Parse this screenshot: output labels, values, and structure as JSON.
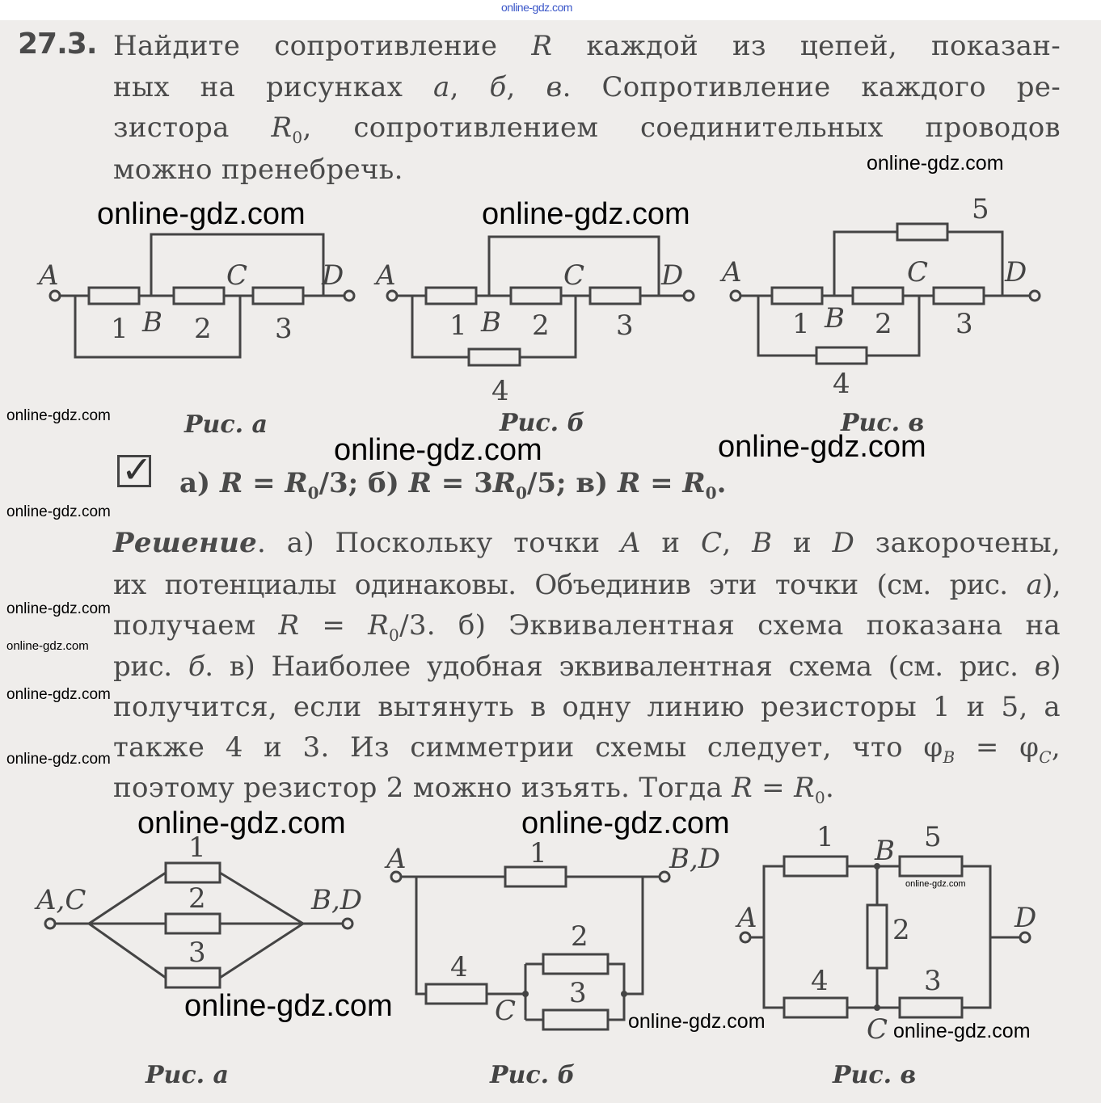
{
  "watermark_top": "online-gdz.com",
  "problem": {
    "number": "27.3.",
    "lines": [
      [
        "Найдите сопротивление ",
        "R",
        " каждой из цепей, показан-"
      ],
      [
        "ных на рисунках ",
        "а",
        ", ",
        "б",
        ", ",
        "в",
        ". Сопротивление каждого ре-"
      ],
      [
        "зистора ",
        "R",
        "0",
        ", сопротивлением соединительных проводов"
      ],
      [
        "можно пренебречь."
      ]
    ]
  },
  "figures_top": [
    {
      "caption": "Рис. а",
      "labels": {
        "A": "A",
        "B": "B",
        "C": "C",
        "D": "D"
      },
      "numbers": [
        "1",
        "2",
        "3"
      ]
    },
    {
      "caption": "Рис. б",
      "labels": {
        "A": "A",
        "B": "B",
        "C": "C",
        "D": "D"
      },
      "numbers": [
        "1",
        "2",
        "3",
        "4"
      ]
    },
    {
      "caption": "Рис. в",
      "labels": {
        "A": "A",
        "B": "B",
        "C": "C",
        "D": "D"
      },
      "numbers": [
        "1",
        "2",
        "3",
        "4",
        "5"
      ]
    }
  ],
  "answer": {
    "check_icon": "check-box",
    "parts": [
      "а) ",
      "R",
      " = ",
      "R",
      "0",
      "/3; б) ",
      "R",
      " = 3",
      "R",
      "0",
      "/5; в) ",
      "R",
      " = ",
      "R",
      "0",
      "."
    ]
  },
  "solution": {
    "lines": [
      [
        "Решение",
        ". а) Поскольку точки ",
        "A",
        " и ",
        "C",
        ", ",
        "B",
        " и ",
        "D",
        " закорочены,"
      ],
      [
        "их потенциалы одинаковы. Объединив эти точки (см. рис. ",
        "а",
        "),"
      ],
      [
        "получаем ",
        "R",
        " = ",
        "R",
        "0",
        "/3. б) Эквивалентная схема показана на"
      ],
      [
        "рис. ",
        "б",
        ". в) Наиболее удобная эквивалентная схема (см. рис. ",
        "в",
        ")"
      ],
      [
        "получится, если вытянуть в одну линию резисторы 1 и 5, а"
      ],
      [
        "также 4 и 3. Из симметрии схемы следует, что φ",
        "B",
        " = φ",
        "C",
        ","
      ],
      [
        "поэтому резистор 2 можно изъять. Тогда ",
        "R",
        " = ",
        "R",
        "0",
        "."
      ]
    ]
  },
  "figures_bottom": [
    {
      "caption": "Рис. а",
      "labels": {
        "left": "A,C",
        "right": "B,D"
      },
      "numbers": [
        "1",
        "2",
        "3"
      ]
    },
    {
      "caption": "Рис. б",
      "labels": {
        "A": "A",
        "BD": "B,D",
        "C": "C"
      },
      "numbers": [
        "1",
        "2",
        "3",
        "4"
      ]
    },
    {
      "caption": "Рис. в",
      "labels": {
        "A": "A",
        "B": "B",
        "C": "C",
        "D": "D"
      },
      "numbers": [
        "1",
        "2",
        "3",
        "4",
        "5"
      ]
    }
  ],
  "watermarks": [
    "online-gdz.com",
    "online-gdz.com",
    "online-gdz.com",
    "online-gdz.com",
    "online-gdz.com",
    "online-gdz.com",
    "online-gdz.com",
    "online-gdz.com",
    "online-gdz.com",
    "online-gdz.com",
    "online-gdz.com",
    "online-gdz.com",
    "online-gdz.com",
    "online-gdz.com",
    "online-gdz.com",
    "online-gdz.com",
    "online-gdz.com",
    "online-gdz.com"
  ]
}
